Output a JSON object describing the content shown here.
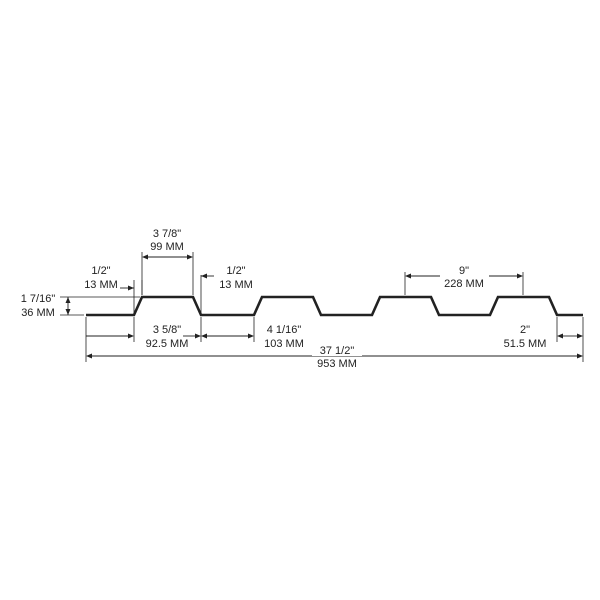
{
  "diagram": {
    "type": "corrugated-panel-profile",
    "dimensions": {
      "rib_top_width": {
        "imperial": "3 7/8\"",
        "metric": "99 MM"
      },
      "left_slope": {
        "imperial": "1/2\"",
        "metric": "13 MM"
      },
      "right_slope": {
        "imperial": "1/2\"",
        "metric": "13 MM"
      },
      "rib_height": {
        "imperial": "1 7/16\"",
        "metric": "36 MM"
      },
      "rib_base_width": {
        "imperial": "3 5/8\"",
        "metric": "92.5 MM"
      },
      "valley_width": {
        "imperial": "4 1/16\"",
        "metric": "103 MM"
      },
      "rib_spacing": {
        "imperial": "9\"",
        "metric": "228 MM"
      },
      "edge_lap": {
        "imperial": "2\"",
        "metric": "51.5 MM"
      },
      "overall_width": {
        "imperial": "37 1/2\"",
        "metric": "953 MM"
      }
    },
    "colors": {
      "line": "#222222",
      "background": "#ffffff"
    }
  }
}
